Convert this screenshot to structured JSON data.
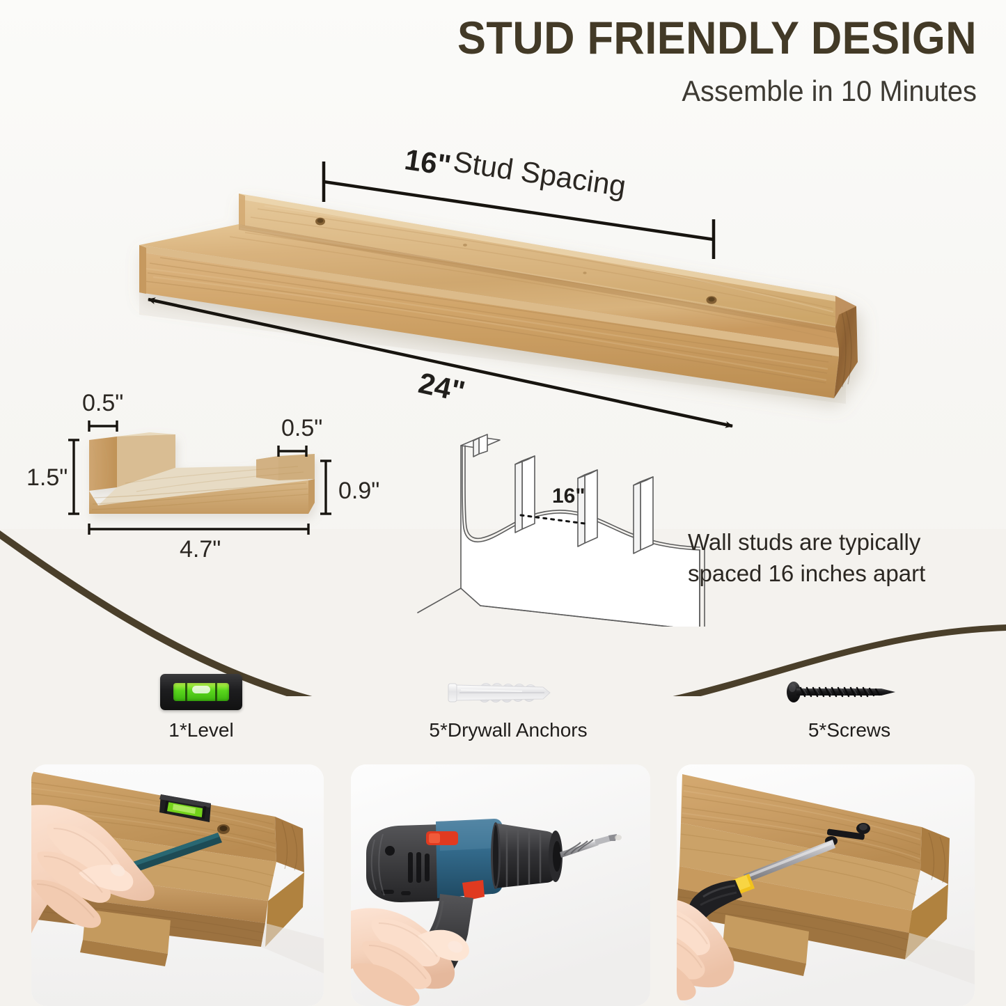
{
  "header": {
    "title": "STUD FRIENDLY DESIGN",
    "subtitle": "Assemble in 10 Minutes"
  },
  "colors": {
    "title": "#433a27",
    "wave": "#4a3f2a",
    "bg_top": "#fbfaf8",
    "bg_bottom": "#f4f2ee",
    "wood_light": "#e0bd8c",
    "wood_mid": "#cfa468",
    "wood_dark": "#a87840",
    "level_green": "#5ad61d",
    "screw_black": "#1b1b1b",
    "drill_blue": "#2d5f7e",
    "drill_red": "#e03a20",
    "driver_yellow": "#f2c21c"
  },
  "hero": {
    "shelf_top_dimension": {
      "value": "16\"",
      "label": "Stud Spacing",
      "full": "16\" Stud Spacing"
    },
    "shelf_length_dimension": "24\"",
    "cross_section": {
      "lip_left": "0.5\"",
      "lip_right": "0.5\"",
      "height_left": "1.5\"",
      "height_right": "0.9\"",
      "depth": "4.7\""
    },
    "stud_diagram": {
      "spacing_label": "16\"",
      "note_line1": "Wall studs are typically",
      "note_line2": "spaced 16 inches apart",
      "stud_count": 4
    }
  },
  "hardware": [
    {
      "name": "level",
      "icon": "level-icon",
      "label": "1*Level",
      "qty": 1
    },
    {
      "name": "drywall-anchors",
      "icon": "drywall-anchor-icon",
      "label": "5*Drywall Anchors",
      "qty": 5
    },
    {
      "name": "screws",
      "icon": "screw-icon",
      "label": "5*Screws",
      "qty": 5
    }
  ],
  "photos": [
    {
      "name": "mark-with-pencil",
      "alt": "Hand marking screw hole position with pencil while level rests on shelf"
    },
    {
      "name": "drill-hole",
      "alt": "Hand holding cordless drill boring a hole into the wall"
    },
    {
      "name": "drive-screw",
      "alt": "Hand using screwdriver to drive a screw into the shelf"
    }
  ]
}
